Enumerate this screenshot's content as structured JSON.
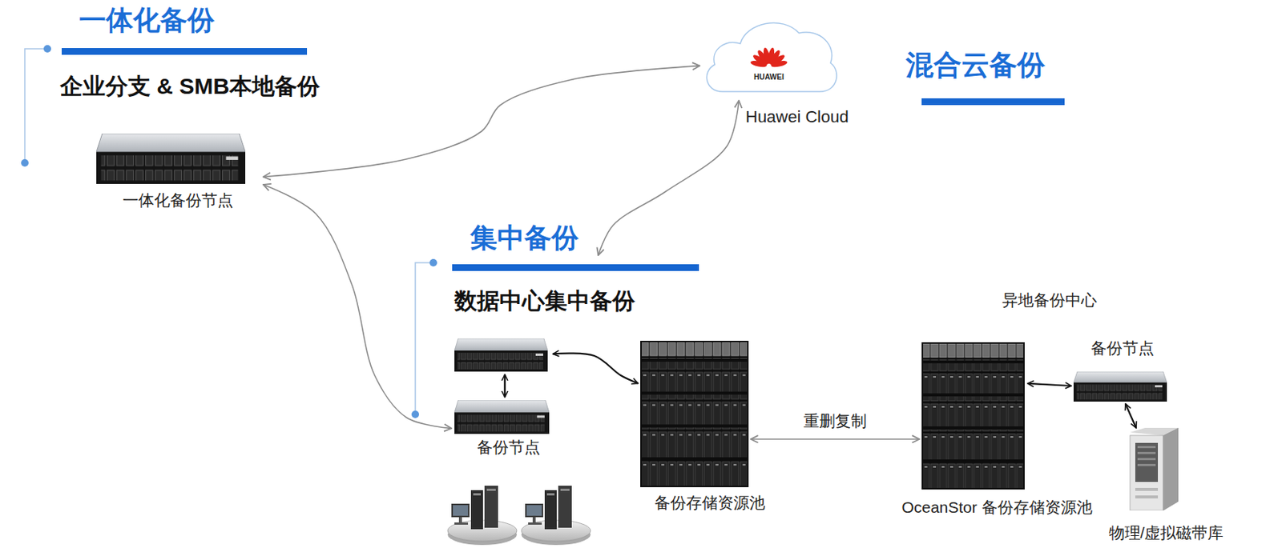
{
  "diagram": {
    "nodes": [
      {
        "text": [
          "一体化备份",
          "企业分支 & SMB本地备份"
        ]
      },
      {
        "text": [
          "一体化备份节点"
        ],
        "in": 0
      },
      {
        "text": [
          "HUAWEI",
          "Huawei Cloud"
        ]
      },
      {
        "text": [
          "集中备份",
          "数据中心集中备份"
        ]
      },
      {
        "text": [
          "备份节点"
        ],
        "in": 3
      },
      {
        "text": [
          "备份存储资源池"
        ],
        "in": 3
      },
      {
        "text": [
          "异地备份中心"
        ]
      },
      {
        "text": [
          "OceanStor 备份存储资源池"
        ],
        "in": 6
      },
      {
        "text": [
          "备份节点"
        ],
        "in": 6
      },
      {
        "text": [
          "物理/虚拟磁带库"
        ],
        "in": 6
      }
    ],
    "edges": [
      {
        "from": 1,
        "to": 2,
        "arrow": "both"
      },
      {
        "from": 2,
        "to": 3,
        "arrow": "both"
      },
      {
        "from": 1,
        "to": 4,
        "arrow": "both"
      },
      {
        "from": 4,
        "to": 5,
        "arrow": "both"
      },
      {
        "from": 5,
        "to": 7,
        "label": "重删复制",
        "arrow": "both"
      },
      {
        "from": 7,
        "to": 8,
        "arrow": "both"
      },
      {
        "from": 8,
        "to": 9,
        "arrow": "both"
      }
    ],
    "labels": [
      "混合云备份"
    ]
  }
}
